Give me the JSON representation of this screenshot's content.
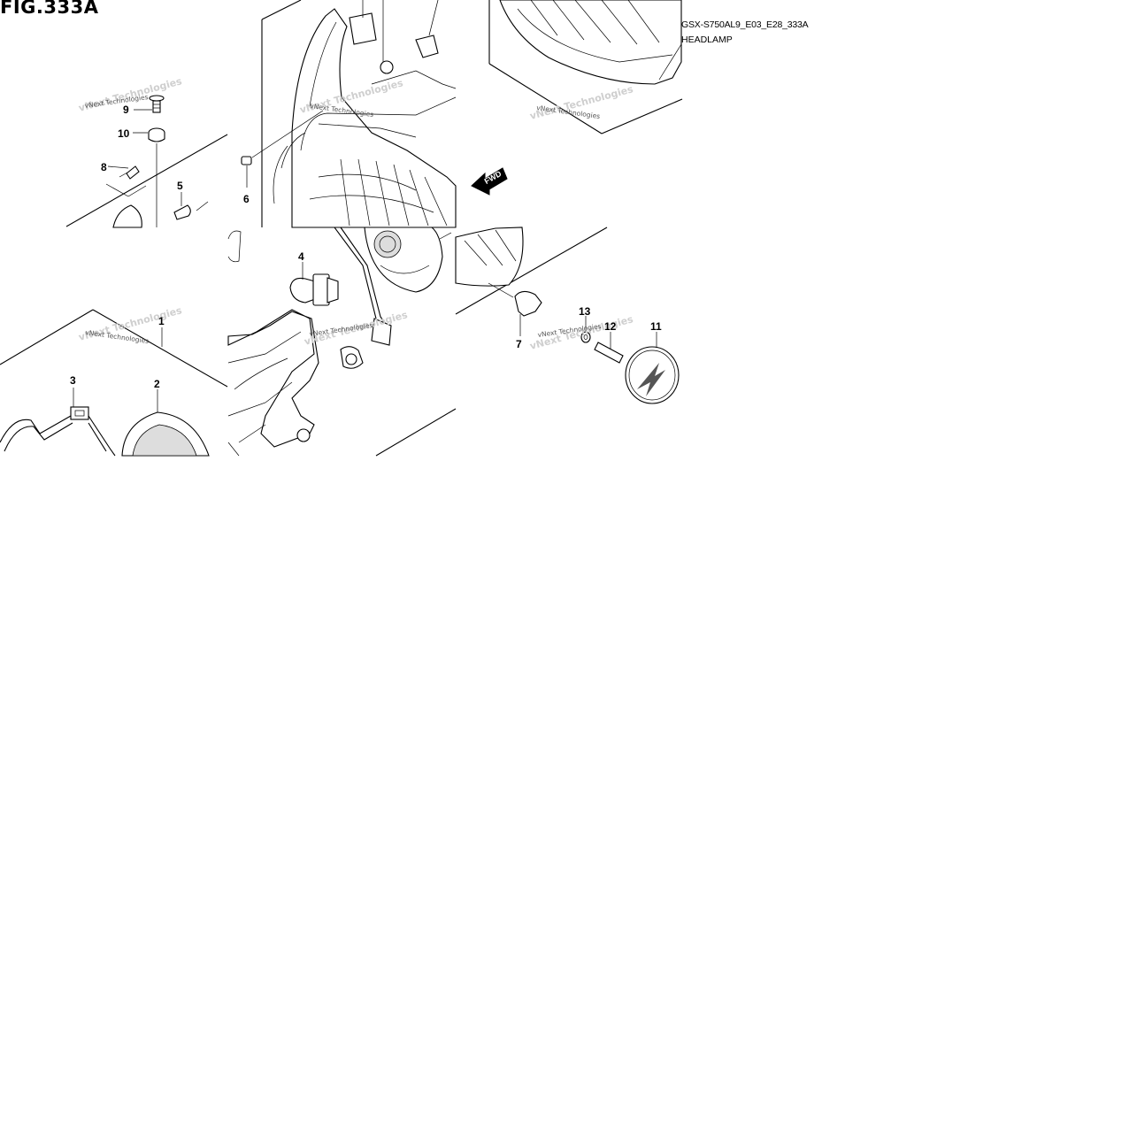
{
  "figure": {
    "title": "FIG.333A",
    "code": "GSX-S750AL9_E03_E28_333A",
    "name": "HEADLAMP"
  },
  "direction_label": "FWD",
  "watermark": "vNext Technologies",
  "callouts": [
    "1",
    "2",
    "3",
    "4",
    "5",
    "6",
    "7",
    "8",
    "9",
    "10",
    "11",
    "12",
    "13"
  ]
}
